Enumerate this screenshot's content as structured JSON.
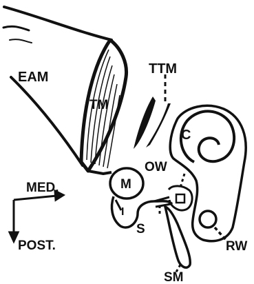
{
  "diagram": {
    "labels": {
      "eam": "EAM",
      "tm": "TM",
      "ttm": "TTM",
      "c": "C",
      "ow": "OW",
      "m": "M",
      "i": "I",
      "s": "S",
      "rw": "RW",
      "sm": "SM",
      "med": "MED.",
      "post": "POST."
    },
    "colors": {
      "ink": "#111111",
      "paper": "#ffffff"
    }
  }
}
